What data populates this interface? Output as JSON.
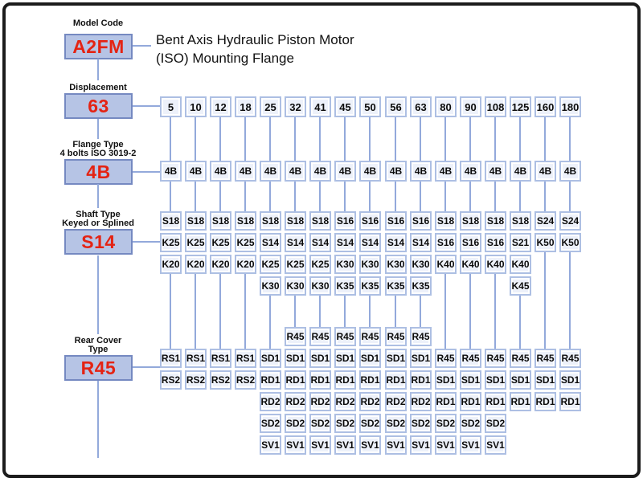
{
  "title": "Bent Axis Hydraulic Piston Motor\n(ISO) Mounting Flange",
  "colors": {
    "accent_red": "#e42313",
    "selector_box_fill": "#b6c4e5",
    "selector_box_border": "#7589c1",
    "cell_fill": "#edf1fa",
    "cell_border": "#adbfe3",
    "connector_line": "#93a9db",
    "frame_border": "#1c1c1c"
  },
  "selectors": [
    {
      "id": "model-code",
      "label": "Model Code",
      "value": "A2FM"
    },
    {
      "id": "displacement",
      "label": "Displacement",
      "value": "63"
    },
    {
      "id": "flange-type",
      "label": "Flange Type\n4 bolts ISO 3019-2",
      "value": "4B"
    },
    {
      "id": "shaft-type",
      "label": "Shaft Type\nKeyed or Splined",
      "value": "S14"
    },
    {
      "id": "rear-cover-type",
      "label": "Rear Cover\nType",
      "value": "R45"
    }
  ],
  "matrix": {
    "displacements": [
      "5",
      "10",
      "12",
      "18",
      "25",
      "32",
      "41",
      "45",
      "50",
      "56",
      "63",
      "80",
      "90",
      "108",
      "125",
      "160",
      "180"
    ],
    "flange_row": [
      "4B",
      "4B",
      "4B",
      "4B",
      "4B",
      "4B",
      "4B",
      "4B",
      "4B",
      "4B",
      "4B",
      "4B",
      "4B",
      "4B",
      "4B",
      "4B",
      "4B"
    ],
    "shaft_options": [
      [
        "S18",
        "K25",
        "K20"
      ],
      [
        "S18",
        "K25",
        "K20"
      ],
      [
        "S18",
        "K25",
        "K20"
      ],
      [
        "S18",
        "K25",
        "K20"
      ],
      [
        "S18",
        "S14",
        "K25",
        "K30"
      ],
      [
        "S18",
        "S14",
        "K25",
        "K30"
      ],
      [
        "S18",
        "S14",
        "K25",
        "K30"
      ],
      [
        "S16",
        "S14",
        "K30",
        "K35"
      ],
      [
        "S16",
        "S14",
        "K30",
        "K35"
      ],
      [
        "S16",
        "S14",
        "K30",
        "K35"
      ],
      [
        "S16",
        "S14",
        "K30",
        "K35"
      ],
      [
        "S18",
        "S16",
        "K40"
      ],
      [
        "S18",
        "S16",
        "K40"
      ],
      [
        "S18",
        "S16",
        "K40"
      ],
      [
        "S18",
        "S21",
        "K40",
        "K45"
      ],
      [
        "S24",
        "K50"
      ],
      [
        "S24",
        "K50"
      ]
    ],
    "rear_rows": [
      [
        null,
        null,
        null,
        null,
        null,
        "R45",
        "R45",
        "R45",
        "R45",
        "R45",
        "R45",
        null,
        null,
        null,
        null,
        null,
        null
      ],
      [
        "RS1",
        "RS1",
        "RS1",
        "RS1",
        "SD1",
        "SD1",
        "SD1",
        "SD1",
        "SD1",
        "SD1",
        "SD1",
        "R45",
        "R45",
        "R45",
        "R45",
        "R45",
        "R45"
      ],
      [
        "RS2",
        "RS2",
        "RS2",
        "RS2",
        "RD1",
        "RD1",
        "RD1",
        "RD1",
        "RD1",
        "RD1",
        "RD1",
        "SD1",
        "SD1",
        "SD1",
        "SD1",
        "SD1",
        "SD1"
      ],
      [
        null,
        null,
        null,
        null,
        "RD2",
        "RD2",
        "RD2",
        "RD2",
        "RD2",
        "RD2",
        "RD2",
        "RD1",
        "RD1",
        "RD1",
        "RD1",
        "RD1",
        "RD1"
      ],
      [
        null,
        null,
        null,
        null,
        "SD2",
        "SD2",
        "SD2",
        "SD2",
        "SD2",
        "SD2",
        "SD2",
        "SD2",
        "SD2",
        "SD2",
        null,
        null,
        null
      ],
      [
        null,
        null,
        null,
        null,
        "SV1",
        "SV1",
        "SV1",
        "SV1",
        "SV1",
        "SV1",
        "SV1",
        "SV1",
        "SV1",
        "SV1",
        null,
        null,
        null
      ]
    ]
  }
}
